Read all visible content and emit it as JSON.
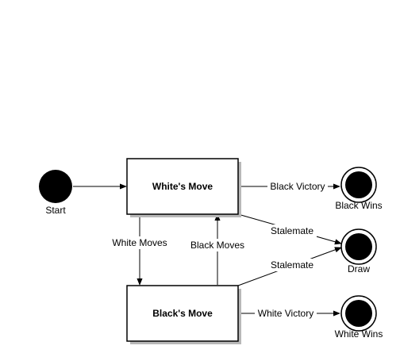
{
  "states": {
    "white_move": "White's Move",
    "black_move": "Black's Move"
  },
  "nodes": {
    "start": "Start",
    "black_wins": "Black Wins",
    "draw": "Draw",
    "white_wins": "White Wins"
  },
  "transitions": {
    "black_victory": "Black Victory",
    "white_victory": "White Victory",
    "stalemate_from_white": "Stalemate",
    "stalemate_from_black": "Stalemate",
    "white_moves": "White Moves",
    "black_moves": "Black Moves"
  },
  "colors": {
    "line": "#000000",
    "node_fill": "#000000",
    "box_fill": "#ffffff",
    "shadow": "#b8b8b8"
  }
}
